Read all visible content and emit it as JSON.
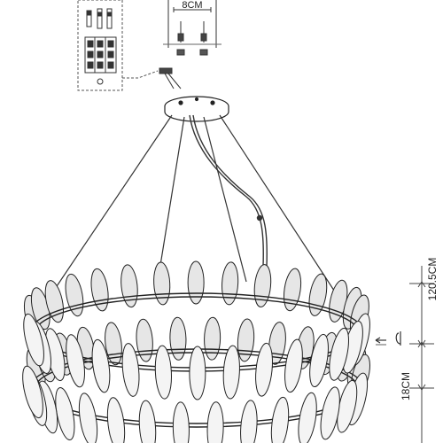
{
  "labels": {
    "mount_width": "8CM",
    "total_height": "120.5CM",
    "ring_gap": "18CM"
  }
}
